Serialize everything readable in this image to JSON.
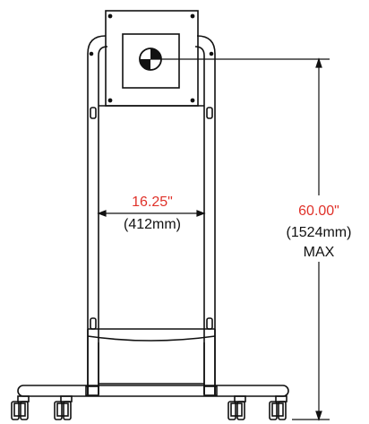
{
  "width_dimension": {
    "value": "16.25\"",
    "metric": "(412mm)"
  },
  "height_dimension": {
    "value": "60.00\"",
    "metric": "(1524mm)",
    "qualifier": "MAX"
  },
  "colors": {
    "line": "#111111",
    "dimension_value": "#e0322a",
    "background": "#ffffff"
  },
  "icons": {
    "mount_target": "crosshair-target-icon"
  }
}
